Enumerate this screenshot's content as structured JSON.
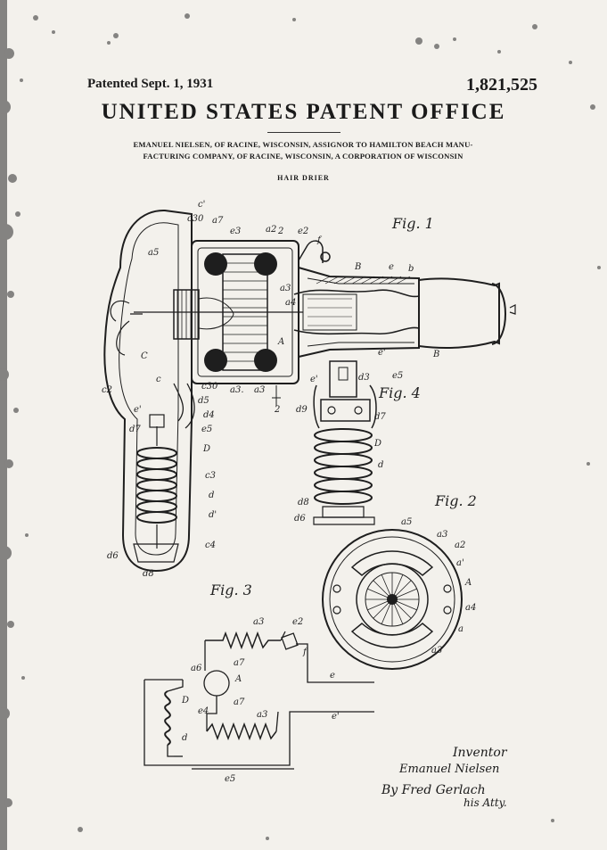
{
  "header": {
    "patented_date": "Patented Sept. 1, 1931",
    "patent_number": "1,821,525",
    "office": "UNITED STATES PATENT OFFICE",
    "assignor_line1": "EMANUEL NIELSEN, OF RACINE, WISCONSIN, ASSIGNOR TO HAMILTON BEACH MANU-",
    "assignor_line2": "FACTURING COMPANY, OF RACINE, WISCONSIN, A CORPORATION OF WISCONSIN",
    "invention": "HAIR DRIER"
  },
  "figures": {
    "fig1": "Fig. 1",
    "fig2": "Fig. 2",
    "fig3": "Fig. 3",
    "fig4": "Fig. 4"
  },
  "refs": {
    "fig1": [
      "c'",
      "c30",
      "a7",
      "e3",
      "a2",
      "e2",
      "f",
      "a5",
      "a3",
      "B",
      "e",
      "b",
      "a4",
      "A",
      "C",
      "c",
      "c2",
      "a3.",
      "a3",
      "c30",
      "d5",
      "d4",
      "e5",
      "e'",
      "d7",
      "D",
      "c3",
      "d",
      "d'",
      "c4",
      "d6",
      "d8",
      "e'",
      "B",
      "2",
      "2"
    ],
    "fig4": [
      "e'",
      "d3",
      "e5",
      "d9",
      "d7",
      "D",
      "d",
      "d8",
      "d6"
    ],
    "fig2": [
      "a5",
      "a3",
      "a2",
      "a'",
      "A",
      "a4",
      "a",
      "a3"
    ],
    "fig3": [
      "a3",
      "e2",
      "f",
      "a6",
      "a7",
      "A",
      "e",
      "D",
      "e4",
      "a7",
      "a3",
      "e'",
      "d",
      "e5"
    ]
  },
  "signature": {
    "title": "Inventor",
    "name": "Emanuel Nielsen",
    "attorney": "By Fred Gerlach",
    "attorney_role": "his Atty."
  }
}
